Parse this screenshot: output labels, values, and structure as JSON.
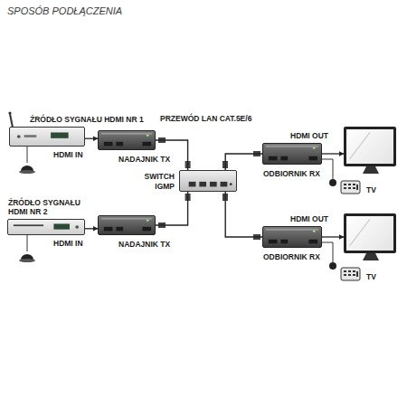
{
  "diagram": {
    "title": "SPOSÓB PODŁĄCZENIA",
    "nodes": [
      {
        "text": [
          "ŹRÓDŁO SYGNAŁU HDMI NR 1"
        ]
      },
      {
        "text": [
          "NADAJNIK TX"
        ]
      },
      {
        "text": [
          "SWITCH IGMP"
        ]
      },
      {
        "text": [
          "ODBIORNIK RX"
        ]
      },
      {
        "text": [
          "TV"
        ]
      },
      {
        "text": [
          "ŹRÓDŁO SYGNAŁU HDMI NR 2"
        ]
      },
      {
        "text": [
          "NADAJNIK TX"
        ]
      },
      {
        "text": [
          "ODBIORNIK RX"
        ]
      },
      {
        "text": [
          "TV"
        ]
      }
    ],
    "edges": [
      {
        "from": 0,
        "to": 1,
        "label": "HDMI IN",
        "arrow": "to"
      },
      {
        "from": 1,
        "to": 2,
        "arrow": "none"
      },
      {
        "from": 2,
        "to": 3,
        "arrow": "none"
      },
      {
        "from": 3,
        "to": 4,
        "label": "HDMI OUT",
        "arrow": "to"
      },
      {
        "from": 5,
        "to": 6,
        "label": "HDMI IN",
        "arrow": "to"
      },
      {
        "from": 6,
        "to": 2,
        "arrow": "none"
      },
      {
        "from": 2,
        "to": 7,
        "arrow": "none"
      },
      {
        "from": 7,
        "to": 8,
        "label": "HDMI OUT",
        "arrow": "to"
      }
    ],
    "labels": [
      "PRZEWÓD LAN CAT.5E/6"
    ]
  }
}
